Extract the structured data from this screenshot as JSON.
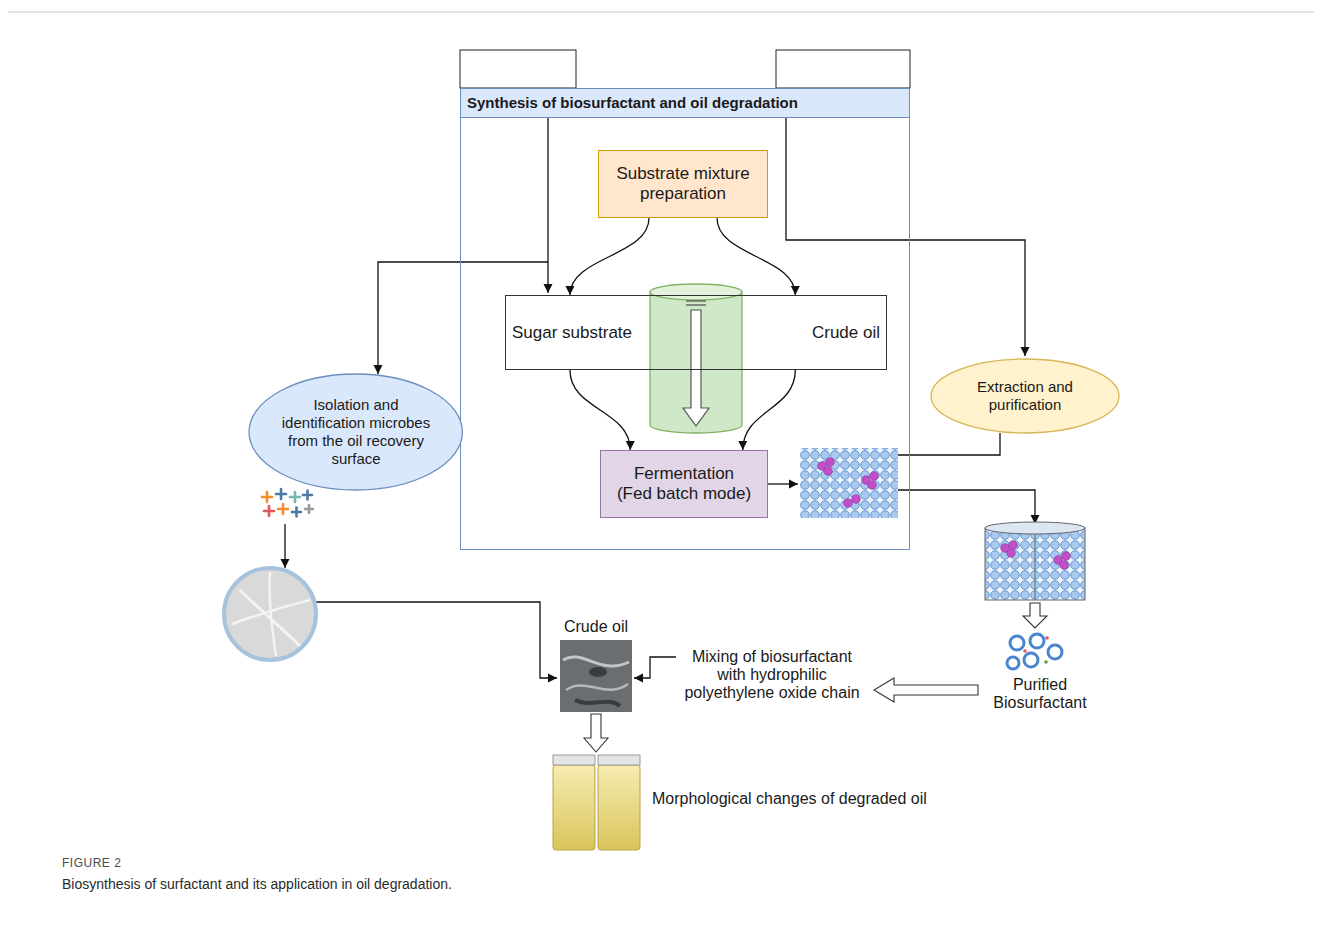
{
  "diagram": {
    "title": "FIGURE 2",
    "caption": "Biosynthesis of surfactant and its application in oil degradation.",
    "nodes": [
      {
        "text": [
          "Synthesis of biosurfactant and oil degradation"
        ]
      },
      {
        "text": [
          "Substrate mixture preparation"
        ],
        "in": 0
      },
      {
        "text": [
          "Sugar substrate",
          "Crude oil"
        ],
        "in": 0
      },
      {
        "text": [
          "Fermentation (Fed batch mode)"
        ],
        "in": 0
      },
      {
        "text": [
          "Isolation and identification microbes from the oil recovery surface"
        ]
      },
      {
        "text": [
          "Extraction and purification"
        ]
      }
    ],
    "edges": [
      {
        "from": 1,
        "to": 2,
        "arrow": "to"
      },
      {
        "from": 1,
        "to": 2,
        "arrow": "to"
      },
      {
        "from": 2,
        "to": 3,
        "arrow": "to"
      },
      {
        "from": 2,
        "to": 3,
        "arrow": "to"
      }
    ],
    "labels": [
      "Crude oil",
      "Mixing of biosurfactant with hydrophilic polyethylene oxide chain",
      "Purified Biosurfactant",
      "Morphological changes of degraded oil"
    ]
  }
}
